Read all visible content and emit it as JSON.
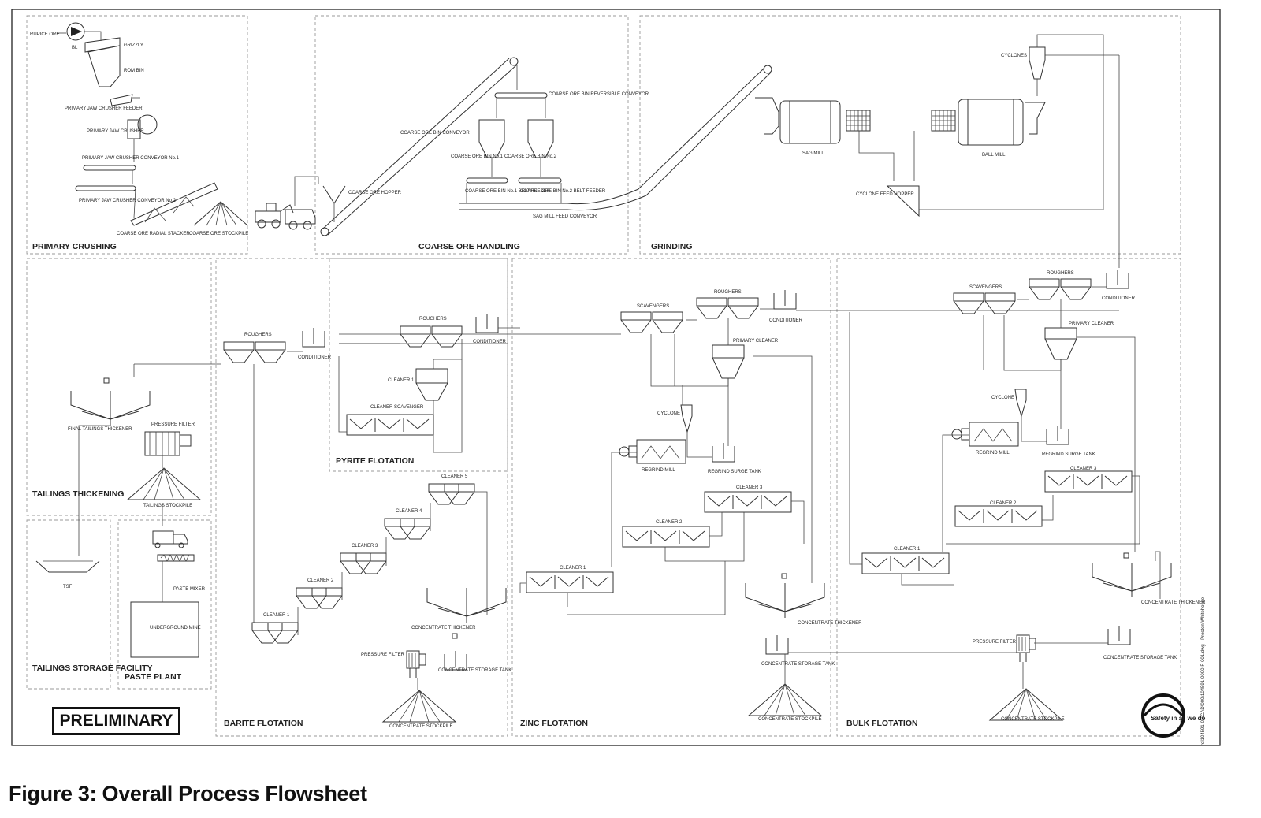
{
  "figure": {
    "caption": "Figure 3: Overall Process Flowsheet",
    "preliminary_stamp": "PRELIMINARY",
    "drawing_ref": "rql104591-01\\CAD\\000\\104591-0000-F-001.dwg - Preston.Whitehouse",
    "logo_text": "Safety in all we do"
  },
  "sections": {
    "primary_crushing": "PRIMARY CRUSHING",
    "coarse_ore_handling": "COARSE ORE HANDLING",
    "grinding": "GRINDING",
    "tailings_thickening": "TAILINGS THICKENING",
    "tailings_storage": "TAILINGS STORAGE FACILITY",
    "paste_plant": "PASTE PLANT",
    "barite_flotation": "BARITE FLOTATION",
    "pyrite_flotation": "PYRITE FLOTATION",
    "zinc_flotation": "ZINC FLOTATION",
    "bulk_flotation": "BULK FLOTATION"
  },
  "labels": {
    "rupice_ore": "RUPICE ORE",
    "bl": "BL",
    "grizzly": "GRIZZLY",
    "rom_bin": "ROM BIN",
    "jaw_feeder": "PRIMARY JAW CRUSHER FEEDER",
    "jaw_crusher": "PRIMARY JAW CRUSHER",
    "conveyor1": "PRIMARY JAW CRUSHER CONVEYOR No.1",
    "conveyor2": "PRIMARY JAW CRUSHER CONVEYOR No.2",
    "radial_stacker": "COARSE ORE RADIAL STACKER",
    "stockpile": "COARSE ORE STOCKPILE",
    "coarse_hopper": "COARSE ORE HOPPER",
    "bin_conveyor": "COARSE ORE BIN CONVEYOR",
    "reversible_conveyor": "COARSE ORE BIN REVERSIBLE CONVEYOR",
    "bin1": "COARSE ORE BIN No.1",
    "bin2": "COARSE ORE BIN No.2",
    "belt_feeder1": "COARSE ORE BIN No.1 BELT FEEDER",
    "belt_feeder2": "COARSE ORE BIN No.2 BELT FEEDER",
    "sag_feed_conveyor": "SAG MILL FEED CONVEYOR",
    "sag_mill": "SAG MILL",
    "ball_mill": "BALL MILL",
    "cyclones": "CYCLONES",
    "cyclone_feed_hopper": "CYCLONE FEED HOPPER",
    "roughers": "ROUGHERS",
    "scavengers": "SCAVENGERS",
    "conditioner": "CONDITIONER",
    "primary_cleaner": "PRIMARY CLEANER",
    "cleaner_1": "CLEANER 1",
    "cleaner_2": "CLEANER 2",
    "cleaner_3": "CLEANER 3",
    "cleaner_4": "CLEANER 4",
    "cleaner_5": "CLEANER 5",
    "cleaner_scavenger": "CLEANER SCAVENGER",
    "cyclone": "CYCLONE",
    "regrind_mill": "REGRIND MILL",
    "regrind_surge": "REGRIND SURGE TANK",
    "final_thickener": "FINAL TAILINGS THICKENER",
    "pressure_filter": "PRESSURE FILTER",
    "tailings_stockpile": "TAILINGS STOCKPILE",
    "tsf": "TSF",
    "paste_mixer": "PASTE MIXER",
    "underground_mine": "UNDERGROUND MINE",
    "conc_thickener": "CONCENTRATE THICKENER",
    "conc_storage": "CONCENTRATE STORAGE TANK",
    "conc_stockpile": "CONCENTRATE STOCKPILE"
  }
}
